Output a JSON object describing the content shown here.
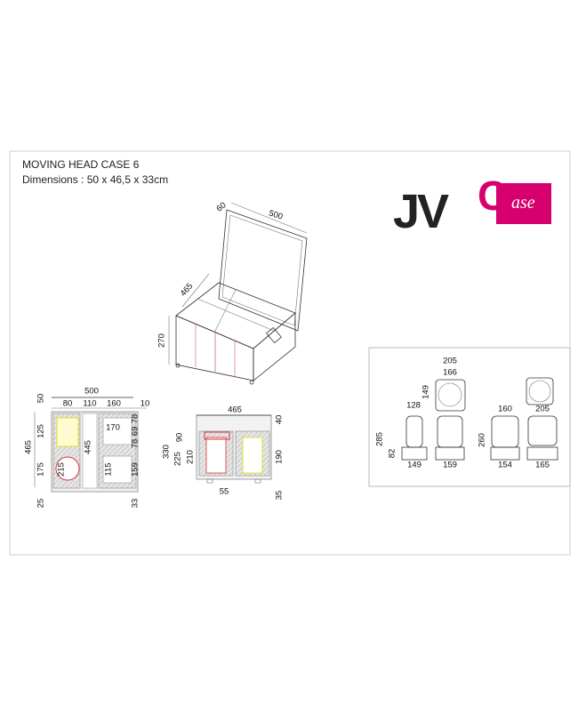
{
  "title": "MOVING HEAD CASE 6",
  "dimensions": "Dimensions : 50 x 46,5 x 33cm",
  "logo": {
    "text": "JV",
    "badge_letter": "C",
    "badge_text": "ase",
    "brand_color": "#d6006f"
  },
  "iso_view": {
    "lid_depth": "60",
    "width": "500",
    "depth": "465",
    "height": "270"
  },
  "top_view": {
    "width": "500",
    "top_margin": "50",
    "col1": "80",
    "col2": "110",
    "col3": "160",
    "right_margin": "10",
    "r1": "78",
    "r2": "69",
    "r3": "78",
    "upper": "125",
    "total_depth": "465",
    "inner": "445",
    "slot": "170",
    "lower": "175",
    "lamp": "215",
    "slot2": "115",
    "r4": "159",
    "bottom_margin": "25",
    "bottom_right": "33"
  },
  "front_view": {
    "width": "465",
    "lid": "40",
    "top_foam": "90",
    "height": "330",
    "lower": "225",
    "inner": "210",
    "right": "190",
    "foot": "55",
    "castor": "35"
  },
  "product": {
    "top_width": "205",
    "top_inner": "166",
    "top_depth": "149",
    "head_width": "128",
    "total_height": "285",
    "base_height": "82",
    "base_side": "149",
    "base_front": "159",
    "head_width2": "160",
    "top_width2": "205",
    "height2": "260",
    "base2": "154",
    "base_back": "165"
  }
}
